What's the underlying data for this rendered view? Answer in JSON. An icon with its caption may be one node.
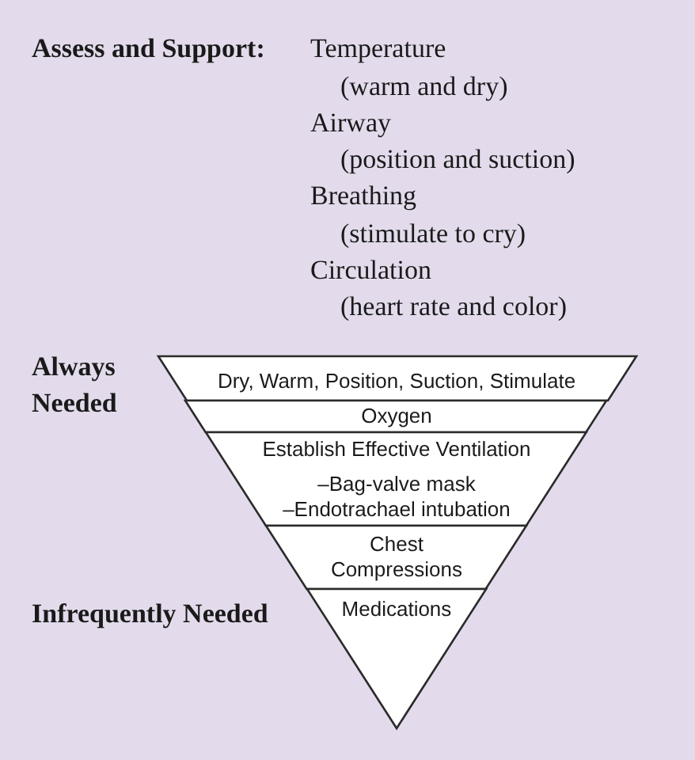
{
  "diagram": {
    "nodes": [
      {
        "text": [
          "Dry, Warm, Position, Suction, Stimulate"
        ]
      },
      {
        "text": [
          "Oxygen"
        ]
      },
      {
        "text": [
          "Establish Effective Ventilation",
          "–Bag-valve mask",
          "–Endotrachael intubation"
        ]
      },
      {
        "text": [
          "Chest Compressions"
        ]
      },
      {
        "text": [
          "Medications"
        ]
      }
    ],
    "labels": [
      "Assess and Support:",
      "Temperature",
      "(warm and dry)",
      "Airway",
      "(position and suction)",
      "Breathing",
      "(stimulate to cry)",
      "Circulation",
      "(heart rate and color)",
      "Always Needed",
      "Infrequently Needed"
    ]
  }
}
